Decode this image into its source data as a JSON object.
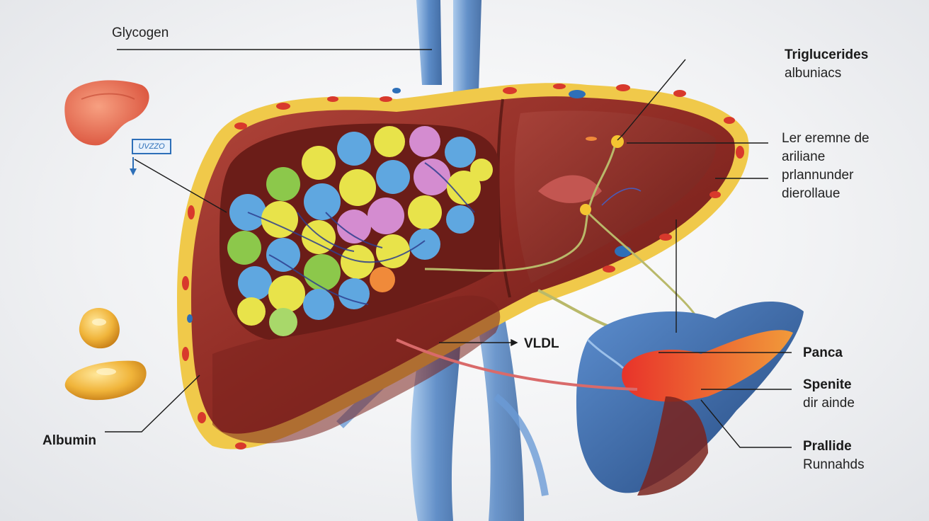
{
  "labels": {
    "glycogen": "Glycogen",
    "triglycerides": "Triglucerides",
    "albuniacs": "albuniacs",
    "ler_line1": "Ler eremne de",
    "ler_line2": "ariliane",
    "ler_line3": "prlannunder",
    "ler_line4": "dierollaue",
    "vldl": "VLDL",
    "panca": "Panca",
    "spenite": "Spenite",
    "dir_ainde": "dir ainde",
    "prallide": "Prallide",
    "runnahds": "Runnahds",
    "albumin": "Albumin",
    "small_tag": "UVZZO"
  },
  "colors": {
    "liver": "#8e2b24",
    "liver_dark": "#5e1714",
    "fat_border": "#f0c94a",
    "vessel_blue": "#4a7fc1",
    "leader": "#1a1a1a"
  }
}
